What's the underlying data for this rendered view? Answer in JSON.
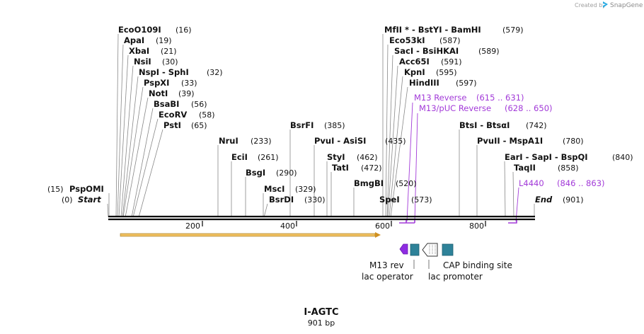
{
  "header": {
    "credit_prefix": "Created by",
    "credit_app": "SnapGene"
  },
  "plasmid": {
    "name": "I-AGTC",
    "length_label": "901 bp"
  },
  "sequence": {
    "length": 901,
    "ticks": [
      200,
      400,
      600,
      800
    ]
  },
  "enzymes": [
    {
      "name": "EcoO109I",
      "pos": "(16)"
    },
    {
      "name": "ApaI",
      "pos": "(19)"
    },
    {
      "name": "XbaI",
      "pos": "(21)"
    },
    {
      "name": "NsiI",
      "pos": "(30)"
    },
    {
      "name": "NspI  - SphI",
      "pos": "(32)"
    },
    {
      "name": "PspXI",
      "pos": "(33)"
    },
    {
      "name": "NotI",
      "pos": "(39)"
    },
    {
      "name": "BsaBI",
      "pos": "(56)"
    },
    {
      "name": "EcoRV",
      "pos": "(58)"
    },
    {
      "name": "PstI",
      "pos": "(65)"
    },
    {
      "name": "NruI",
      "pos": "(233)"
    },
    {
      "name": "EciI",
      "pos": "(261)"
    },
    {
      "name": "BsgI",
      "pos": "(290)"
    },
    {
      "name": "MscI",
      "pos": "(329)"
    },
    {
      "name": "BsrDI",
      "pos": "(330)"
    },
    {
      "name": "BsrFI",
      "pos": "(385)"
    },
    {
      "name": "PvuI  - AsiSI",
      "pos": "(435)"
    },
    {
      "name": "StyI",
      "pos": "(462)"
    },
    {
      "name": "TatI",
      "pos": "(472)"
    },
    {
      "name": "BmgBI",
      "pos": "(520)"
    },
    {
      "name": "SpeI",
      "pos": "(573)"
    },
    {
      "name": "MfII *  - BstYI  - BamHI",
      "pos": "(579)"
    },
    {
      "name": "Eco53kI",
      "pos": "(587)"
    },
    {
      "name": "SacI  - BsiHKAI",
      "pos": "(589)"
    },
    {
      "name": "Acc65I",
      "pos": "(591)"
    },
    {
      "name": "KpnI",
      "pos": "(595)"
    },
    {
      "name": "HindIII",
      "pos": "(597)"
    },
    {
      "name": "BtsI  - BtsαI",
      "pos": "(742)"
    },
    {
      "name": "PvuII  - MspA1I",
      "pos": "(780)"
    },
    {
      "name": "EarI  - SapI  - BspQI",
      "pos": "(840)"
    },
    {
      "name": "TaqII",
      "pos": "(858)"
    },
    {
      "name": "PspOMI",
      "pos": "(15)"
    }
  ],
  "ends": {
    "start_label": "Start",
    "start_pos": "(0)",
    "end_label": "End",
    "end_pos": "(901)"
  },
  "primers": [
    {
      "name": "M13 Reverse",
      "range": "(615 .. 631)"
    },
    {
      "name": "M13/pUC Reverse",
      "range": "(628 .. 650)"
    },
    {
      "name": "L4440",
      "range": "(846 .. 863)"
    }
  ],
  "features": [
    {
      "label": "M13 rev",
      "color": "#8e2be2"
    },
    {
      "label": "lac operator",
      "color": "#2e8299"
    },
    {
      "label": "lac promoter",
      "color": "#ffffff"
    },
    {
      "label": "CAP binding site",
      "color": "#2e8299"
    }
  ],
  "colors": {
    "orf": "#f0c060",
    "primer": "#a23ad8",
    "feature_teal": "#2e8299"
  }
}
